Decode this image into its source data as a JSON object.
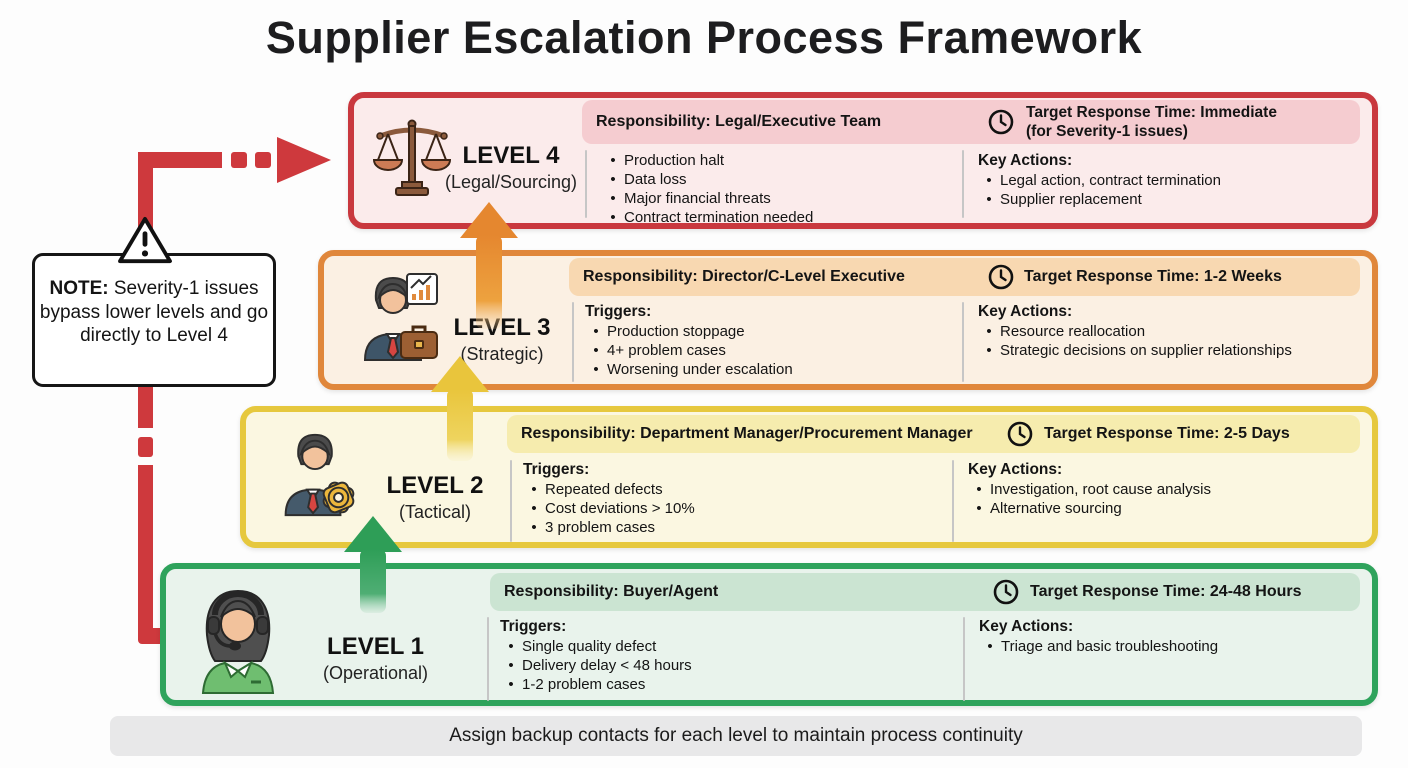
{
  "title": "Supplier Escalation Process Framework",
  "note": {
    "prefix": "NOTE:",
    "text": " Severity-1 issues bypass lower levels and go directly to Level 4"
  },
  "footer": {
    "text": "Assign backup contacts for each level to maintain process continuity"
  },
  "icons": {
    "level4": "balance-scale",
    "level3": "executive-with-chart",
    "level2": "manager-with-gear",
    "level1": "support-agent-headset",
    "note": "warning-triangle",
    "strip": "clock"
  },
  "colors": {
    "level4_border": "#c9383e",
    "level4_bg": "#fbebeb",
    "level4_strip": "#f5ccd0",
    "level3_border": "#e0873b",
    "level3_bg": "#fbf0e3",
    "level3_strip": "#f8d8b1",
    "level2_border": "#e6c83e",
    "level2_bg": "#fbf7e1",
    "level2_strip": "#f6ecae",
    "level1_border": "#2fa35c",
    "level1_bg": "#e9f3ec",
    "level1_strip": "#cbe4d2",
    "bypass_arrow": "#ce393d",
    "arrow_green": "#2e9e57",
    "arrow_yellow": "#e9c53c",
    "arrow_orange": "#e5872f",
    "footer_bg": "#e8e8e9"
  },
  "levels": [
    {
      "name": "LEVEL 4",
      "subtitle": "(Legal/Sourcing)",
      "responsibility": "Responsibility: Legal/Executive Team",
      "response_time": "Target Response Time: Immediate",
      "response_time_note": "(for Severity-1 issues)",
      "triggers": [
        "Production halt",
        "Data loss",
        "Major financial threats",
        "Contract termination needed"
      ],
      "key_actions_heading": "Key Actions:",
      "key_actions": [
        "Legal action, contract termination",
        "Supplier replacement"
      ]
    },
    {
      "name": "LEVEL 3",
      "subtitle": "(Strategic)",
      "responsibility": "Responsibility: Director/C-Level Executive",
      "response_time": "Target Response Time: 1-2 Weeks",
      "triggers_heading": "Triggers:",
      "triggers": [
        "Production stoppage",
        "4+ problem cases",
        "Worsening under escalation"
      ],
      "key_actions_heading": "Key Actions:",
      "key_actions": [
        "Resource reallocation",
        "Strategic decisions on supplier relationships"
      ]
    },
    {
      "name": "LEVEL 2",
      "subtitle": "(Tactical)",
      "responsibility": "Responsibility: Department Manager/Procurement Manager",
      "response_time": "Target Response Time: 2-5 Days",
      "triggers_heading": "Triggers:",
      "triggers": [
        "Repeated defects",
        "Cost deviations > 10%",
        "3 problem cases"
      ],
      "key_actions_heading": "Key Actions:",
      "key_actions": [
        "Investigation, root cause analysis",
        "Alternative sourcing"
      ]
    },
    {
      "name": "LEVEL 1",
      "subtitle": "(Operational)",
      "responsibility": "Responsibility: Buyer/Agent",
      "response_time": "Target Response Time: 24-48 Hours",
      "triggers_heading": "Triggers:",
      "triggers": [
        "Single quality defect",
        "Delivery delay < 48 hours",
        "1-2 problem cases"
      ],
      "key_actions_heading": "Key Actions:",
      "key_actions": [
        "Triage and basic troubleshooting"
      ]
    }
  ]
}
